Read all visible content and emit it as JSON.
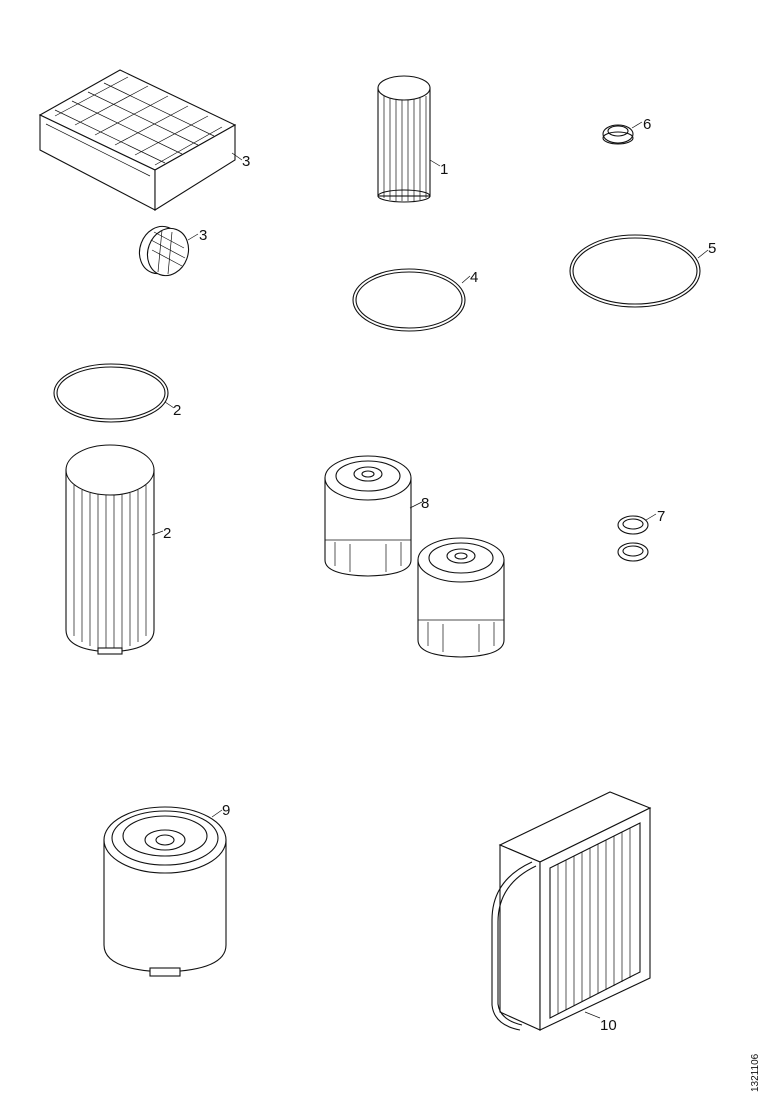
{
  "callouts": {
    "c1": "1",
    "c2a": "2",
    "c2b": "2",
    "c3a": "3",
    "c3b": "3",
    "c4": "4",
    "c5": "5",
    "c6": "6",
    "c7": "7",
    "c8": "8",
    "c9": "9",
    "c10": "10"
  },
  "document_id": "1321106"
}
